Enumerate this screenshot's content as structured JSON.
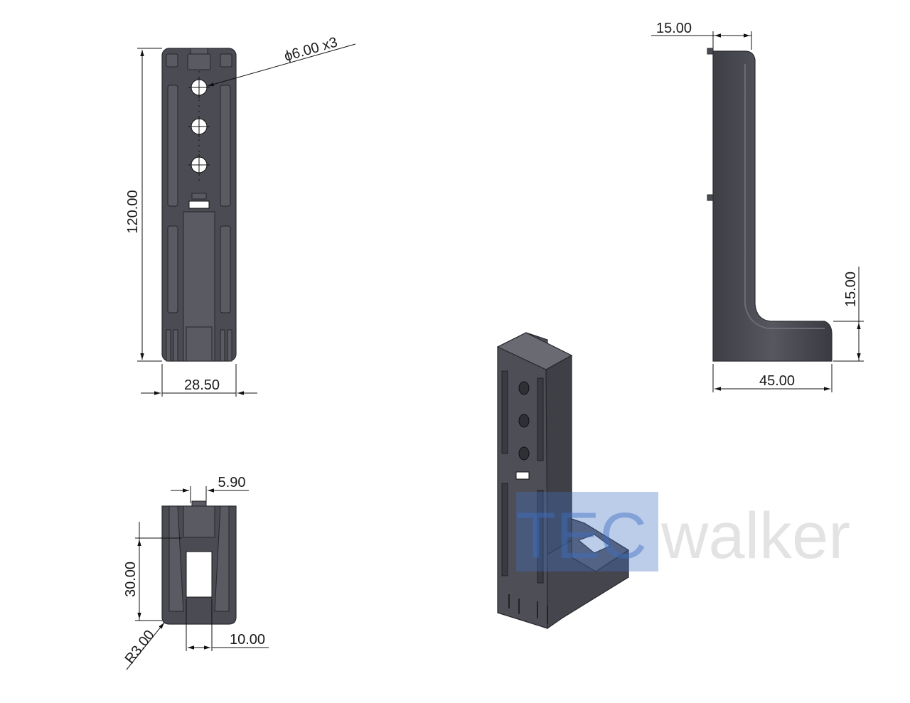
{
  "dimensions": {
    "hole_callout": "ϕ6.00 x3",
    "height_front": "120.00",
    "width_front": "28.50",
    "side_top_thickness": "15.00",
    "side_foot_height": "15.00",
    "side_foot_length": "45.00",
    "bottom_tab_width": "5.90",
    "bottom_depth": "30.00",
    "bottom_window_width": "10.00",
    "bottom_radius": "R3.00"
  },
  "watermark": {
    "prefix": "TEC",
    "suffix": "walker"
  },
  "colors": {
    "part_fill": "#4b4b53",
    "watermark_box": "#3f6fc4",
    "watermark_text": "#d9d9d9"
  }
}
